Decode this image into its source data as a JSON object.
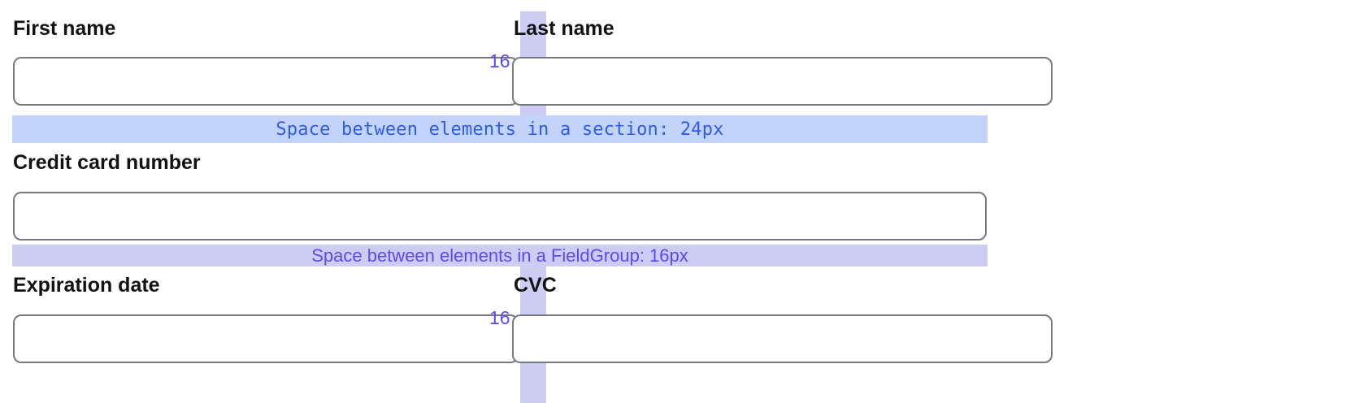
{
  "diagram": {
    "title": "Form spacing annotation",
    "colors": {
      "section_band_bg": "#c3d4fb",
      "section_band_text": "#2d5bf0",
      "fieldgroup_band_bg": "#ccccf5",
      "fieldgroup_band_text": "#5b4bf5",
      "gap_column_bg": "#ccccf5",
      "gap_value_text": "#5b4bf5",
      "input_border": "#76797f",
      "label_text": "#121212",
      "page_bg": "#ffffff"
    }
  },
  "fields": {
    "first_name": {
      "label": "First name",
      "value": "",
      "placeholder": ""
    },
    "last_name": {
      "label": "Last name",
      "value": "",
      "placeholder": ""
    },
    "credit_card_number": {
      "label": "Credit card number",
      "value": "",
      "placeholder": ""
    },
    "expiration_date": {
      "label": "Expiration date",
      "value": "",
      "placeholder": ""
    },
    "cvc": {
      "label": "CVC",
      "value": "",
      "placeholder": ""
    }
  },
  "annotations": {
    "gap_name_row": "16",
    "gap_card_row": "16",
    "section_band": "Space between elements in a section: 24px",
    "fieldgroup_band": "Space between elements in a FieldGroup: 16px"
  }
}
